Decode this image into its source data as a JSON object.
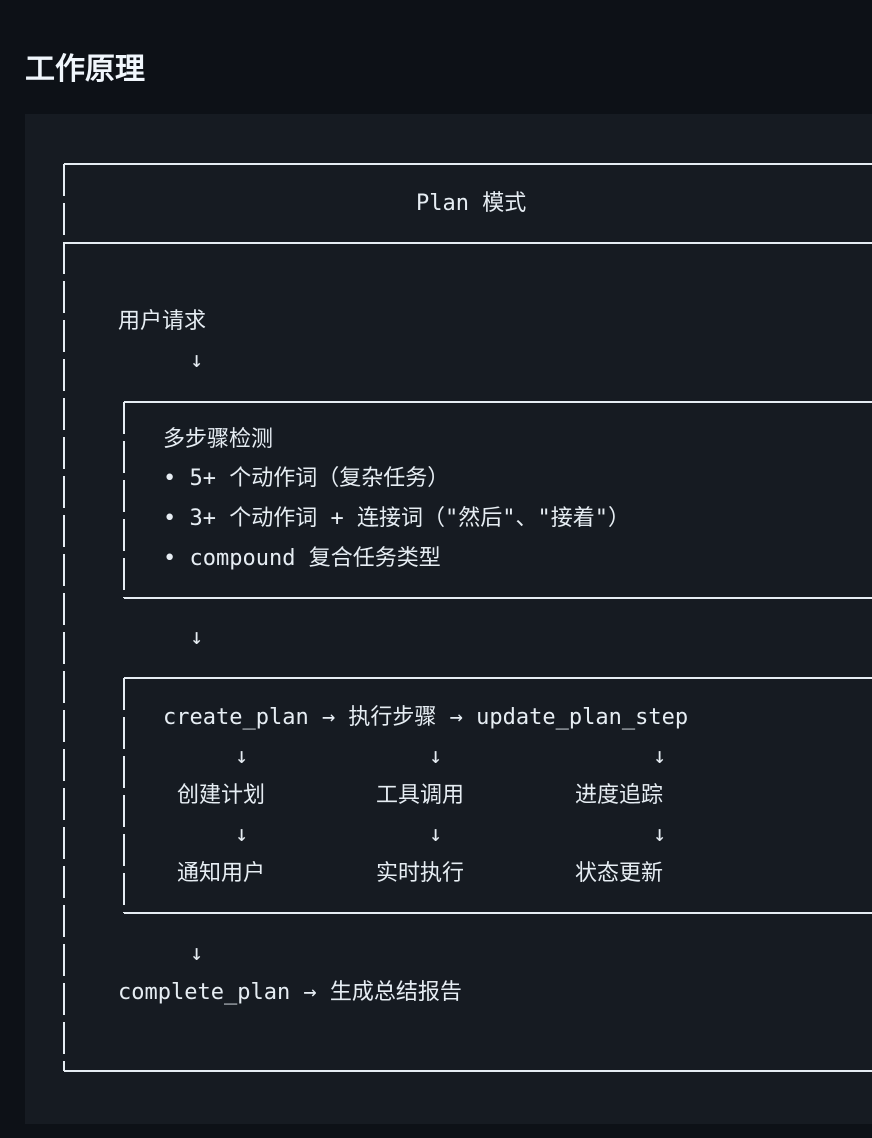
{
  "section_title": "工作原理",
  "diagram": {
    "header": "Plan 模式",
    "user_request": "用户请求",
    "arrow_down": "↓",
    "detection": {
      "title": "多步骤检测",
      "items": [
        "• 5+ 个动作词（复杂任务）",
        "• 3+ 个动作词 + 连接词（\"然后\"、\"接着\"）",
        "• compound 复合任务类型"
      ]
    },
    "flow": {
      "top_line": "create_plan → 执行步骤 → update_plan_step",
      "columns": [
        {
          "step1": "创建计划",
          "step2": "通知用户"
        },
        {
          "step1": "工具调用",
          "step2": "实时执行"
        },
        {
          "step1": "进度追踪",
          "step2": "状态更新"
        }
      ]
    },
    "final": "complete_plan → 生成总结报告"
  }
}
